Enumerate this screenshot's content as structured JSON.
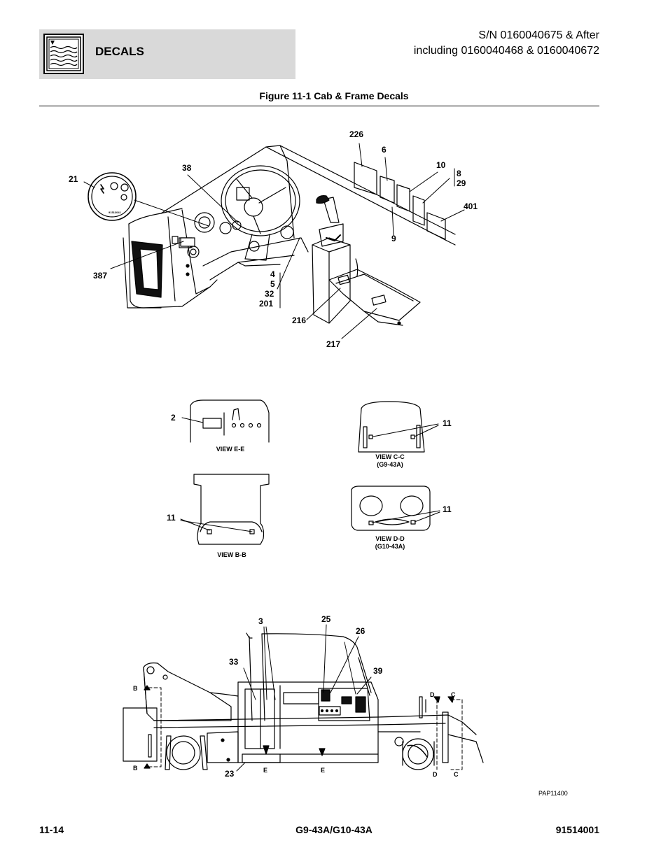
{
  "header": {
    "section_title": "DECALS",
    "serial_line_1": "S/N 0160040675 & After",
    "serial_line_2": "including 0160040468 & 0160040672",
    "icon": "manual-book-icon"
  },
  "figure": {
    "title": "Figure 11-1 Cab & Frame Decals",
    "ref_code": "PAP11400"
  },
  "callouts": {
    "c226": "226",
    "c6": "6",
    "c10": "10",
    "c8": "8",
    "c29": "29",
    "c401": "401",
    "c9": "9",
    "c21": "21",
    "c38": "38",
    "c387": "387",
    "c4": "4",
    "c5": "5",
    "c32": "32",
    "c201": "201",
    "c216": "216",
    "c217": "217",
    "c2": "2",
    "c11a": "11",
    "c11b": "11",
    "c11c": "11",
    "c3": "3",
    "c25": "25",
    "c26": "26",
    "c33": "33",
    "c39": "39",
    "c23": "23"
  },
  "gauge_text": "91513041",
  "views": {
    "ee": "VIEW E-E",
    "cc_1": "VIEW C-C",
    "cc_2": "(G9-43A)",
    "bb": "VIEW B-B",
    "dd_1": "VIEW D-D",
    "dd_2": "(G10-43A)"
  },
  "section_letters": {
    "b_top": "B",
    "b_bot": "B",
    "d_top": "D",
    "c_top": "C",
    "d_bot": "D",
    "c_bot": "C",
    "e1": "E",
    "e2": "E"
  },
  "footer": {
    "page_number": "11-14",
    "model": "G9-43A/G10-43A",
    "part_number": "91514001"
  }
}
